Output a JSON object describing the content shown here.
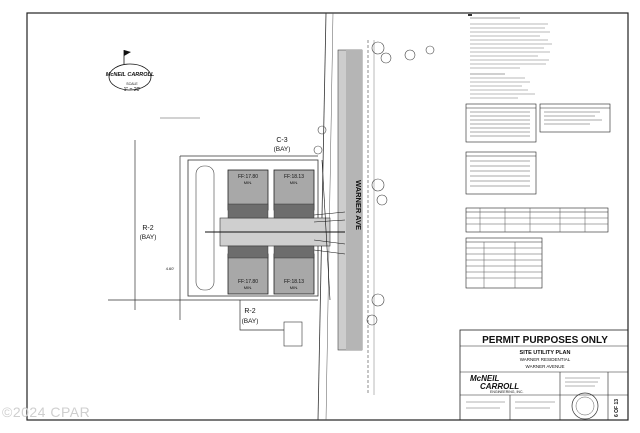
{
  "north_arrow": {
    "firm": "McNEIL CARROLL",
    "scale_label": "SCALE",
    "scale": "1\" = 20'"
  },
  "zoning": {
    "north": {
      "code": "C-3",
      "note": "(BAY)"
    },
    "west": {
      "code": "R-2",
      "note": "(BAY)"
    },
    "south": {
      "code": "R-2",
      "note": "(BAY)"
    }
  },
  "street_name": "WARNER AVE",
  "buildings": [
    {
      "ff": "FF:17.80",
      "min": "MIN."
    },
    {
      "ff": "FF:18.13",
      "min": "MIN."
    },
    {
      "ff": "FF:17.80",
      "min": "MIN."
    },
    {
      "ff": "FF:18.13",
      "min": "MIN."
    }
  ],
  "dimension_note": "4.60'",
  "title_block": {
    "permit": "PERMIT PURPOSES ONLY",
    "sheet_title": "SITE UTILITY PLAN",
    "project": "WARNER RESIDENTIAL",
    "street": "WARNER AVENUE",
    "firm_line1": "McNEIL",
    "firm_line2": "CARROLL",
    "firm_line3": "ENGINEERING, INC.",
    "sheet_number": "6 OF 13"
  },
  "watermark": "©2024 CPAR"
}
